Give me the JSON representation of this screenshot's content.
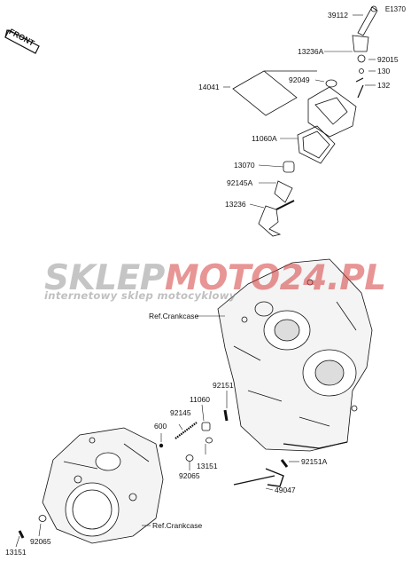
{
  "figure": {
    "id": "E1370"
  },
  "orientation": {
    "label": "FRONT"
  },
  "watermark": {
    "brand_part1": "SKLEP",
    "brand_part2": "MOTO",
    "brand_part3": "24.PL",
    "tagline": "internetowy sklep motocyklowy"
  },
  "reference_labels": [
    "Ref.Crankcase",
    "Ref.Crankcase"
  ],
  "callouts": [
    "39112",
    "13236A",
    "92015",
    "130",
    "14041",
    "92049",
    "132",
    "11060A",
    "13070",
    "92145A",
    "13236",
    "92151",
    "11060",
    "92145",
    "600",
    "13151",
    "92065",
    "92151A",
    "49047",
    "92065",
    "13151"
  ]
}
